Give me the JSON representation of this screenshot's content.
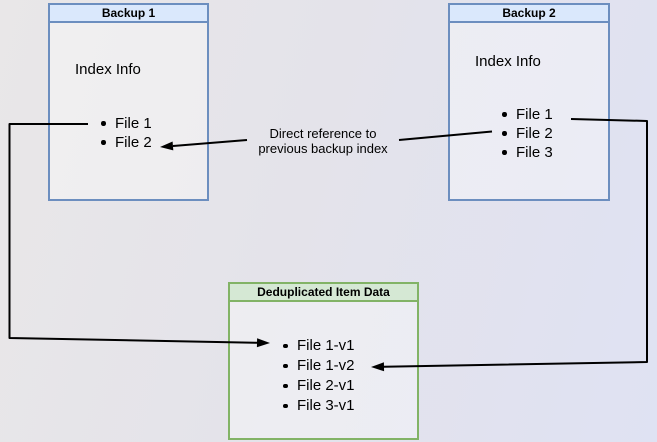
{
  "diagram": {
    "backup1": {
      "title": "Backup 1",
      "subtitle": "Index Info",
      "items": [
        "File 1",
        "File 2"
      ]
    },
    "backup2": {
      "title": "Backup 2",
      "subtitle": "Index Info",
      "items": [
        "File 1",
        "File 2",
        "File 3"
      ]
    },
    "dedup": {
      "title": "Deduplicated Item Data",
      "items": [
        "File 1-v1",
        "File 1-v2",
        "File 2-v1",
        "File 3-v1"
      ]
    },
    "annotation": {
      "line1": "Direct reference to",
      "line2": "previous backup index"
    },
    "colors": {
      "blue_fill": "#dae8fc",
      "blue_stroke": "#6c8ebf",
      "green_fill": "#d5e8d4",
      "green_stroke": "#82b366",
      "arrow": "#000000"
    }
  }
}
